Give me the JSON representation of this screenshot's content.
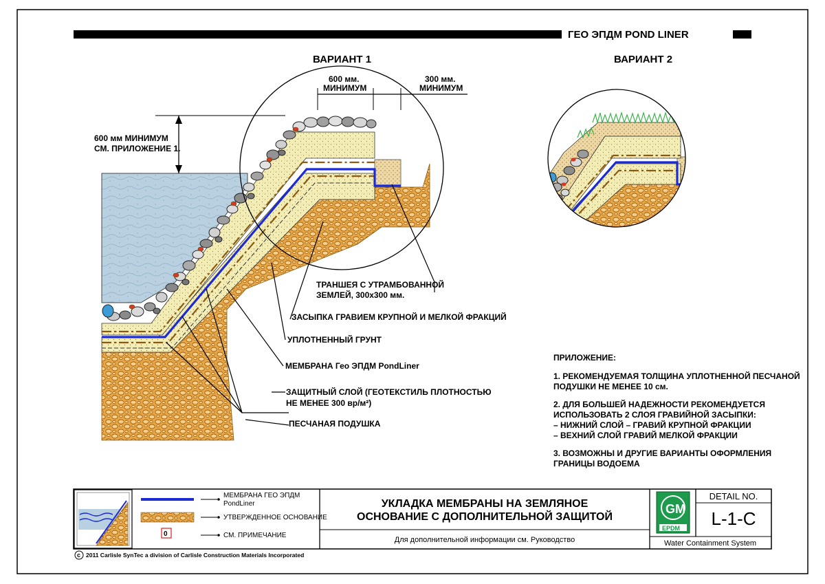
{
  "header": {
    "title": "ГЕО ЭПДМ POND LINER"
  },
  "variant1": {
    "title": "ВАРИАНТ 1",
    "dim_600_line1": "600 мм.",
    "dim_600_line2": "МИНИМУМ",
    "dim_300_line1": "300 мм.",
    "dim_300_line2": "МИНИМУМ",
    "height_line1": "600 мм МИНИМУМ",
    "height_line2": "СМ. ПРИЛОЖЕНИЕ 1."
  },
  "variant2": {
    "title": "ВАРИАНТ 2"
  },
  "callouts": {
    "trench_line1": "ТРАНШЕЯ С УТРАМБОВАННОЙ",
    "trench_line2": "ЗЕМЛЕЙ, 300x300 мм.",
    "gravel": "ЗАСЫПКА ГРАВИЕМ КРУПНОЙ И МЕЛКОЙ ФРАКЦИЙ",
    "compacted": "УПЛОТНЕННЫЙ ГРУНТ",
    "membrane": "МЕМБРАНА Гео ЭПДМ PondLiner",
    "protect_line1": "ЗАЩИТНЫЙ СЛОЙ (ГЕОТЕКСТИЛЬ ПЛОТНОСТЬЮ",
    "protect_line2": "НЕ МЕНЕЕ 300 вр/м²)",
    "sand": "ПЕСЧАНАЯ ПОДУШКА"
  },
  "appendix": {
    "title": "ПРИЛОЖЕНИЕ:",
    "n1_line1": "1.     РЕКОМЕНДУЕМАЯ ТОЛЩИНА УПЛОТНЕННОЙ ПЕСЧАНОЙ",
    "n1_line2": "ПОДУШКИ НЕ МЕНЕЕ 10 см.",
    "n2_line1": "2.     ДЛЯ БОЛЬШЕЙ НАДЕЖНОСТИ РЕКОМЕНДУЕТСЯ",
    "n2_line2": "ИСПОЛЬЗОВАТЬ 2 СЛОЯ ГРАВИЙНОЙ ЗАСЫПКИ:",
    "n2_line3": "–  НИЖНИЙ СЛОЙ  –  ГРАВИЙ КРУПНОЙ ФРАКЦИИ",
    "n2_line4": "–  ВЕХНИЙ СЛОЙ ГРАВИЙ МЕЛКОЙ ФРАКЦИИ",
    "n3_line1": "3.     ВОЗМОЖНЫ И ДРУГИЕ ВАРИАНТЫ ОФОРМЛЕНИЯ",
    "n3_line2": "ГРАНИЦЫ ВОДОЕМА"
  },
  "legend": {
    "membrane_line1": "МЕМБРАНА ГЕО ЭПДМ",
    "membrane_line2": "PondLiner",
    "base": "УТВЕРЖДЕННОЕ ОСНОВАНИЕ",
    "note_marker": "0",
    "note": "СМ. ПРИМЕЧАНИЕ"
  },
  "titleblock": {
    "title_line1": "УКЛАДКА МЕМБРАНЫ НА ЗЕМЛЯНОЕ",
    "title_line2": "ОСНОВАНИЕ С ДОПОЛНИТЕЛЬНОЙ ЗАЩИТОЙ",
    "subtitle": "Для дополнительной информации см. Руководство",
    "logo_text": "EPDM",
    "detail_label": "DETAIL NO.",
    "detail_number": "L-1-C",
    "system": "Water Containment System"
  },
  "copyright": {
    "symbol": "c",
    "text": "2011 Carlisle SynTec a division of Carlisle Construction Materials Incorporated"
  },
  "colors": {
    "membrane": "#1b2bd6",
    "water": "#b8cfe0",
    "sand": "#f3edb3",
    "soil_fill": "#e5a545",
    "soil_edge": "#8a5a12",
    "grass": "#39b54a",
    "red_stone": "#d43a25"
  }
}
